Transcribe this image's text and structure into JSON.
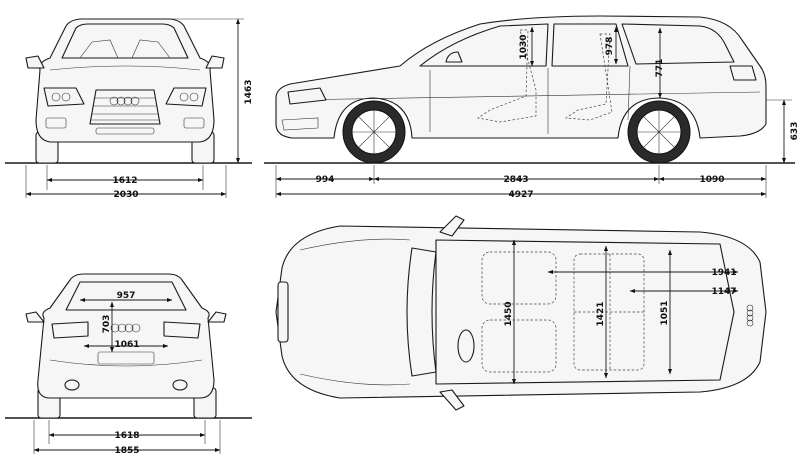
{
  "front_view": {
    "track": "1612",
    "width": "2030",
    "height": "1463"
  },
  "side_view": {
    "front_overhang": "994",
    "wheelbase": "2843",
    "rear_overhang": "1090",
    "length": "4927",
    "ground_to_sill": "633",
    "front_headroom": "1030",
    "rear_headroom": "978",
    "cargo_height": "771"
  },
  "rear_view": {
    "track": "1618",
    "width": "1855",
    "opening_height": "703",
    "opening_top_width": "957",
    "opening_bottom_width": "1061"
  },
  "top_view": {
    "cargo_length_rear_seat_folded": "1941",
    "cargo_length": "1147",
    "front_shoulder_width": "1450",
    "rear_shoulder_width": "1421",
    "cargo_width": "1051"
  }
}
